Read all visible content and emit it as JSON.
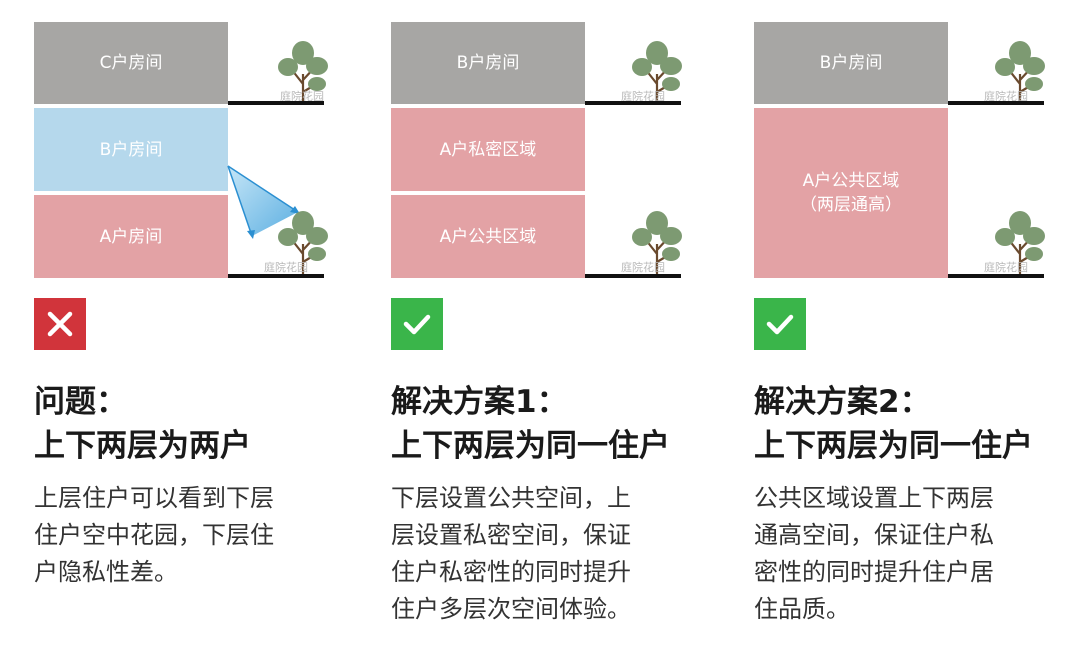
{
  "colors": {
    "gray_room": "#a7a6a4",
    "blue_room": "#b5d8ec",
    "pink_room": "#e3a2a5",
    "bad_badge": "#d1343b",
    "good_badge": "#3ab54a",
    "tree_leaf": "#7d9a72",
    "tree_trunk": "#6a4a2e"
  },
  "panels": [
    {
      "rooms": [
        "C户房间",
        "B户房间",
        "A户房间"
      ],
      "garden_labels": [
        "庭院花园",
        "庭院花园"
      ],
      "badge": "cross-icon",
      "heading": [
        "问题：",
        "上下两层为两户"
      ],
      "description": [
        "上层住户可以看到下层",
        "住户空中花园，下层住",
        "户隐私性差。"
      ]
    },
    {
      "rooms": [
        "B户房间",
        "A户私密区域",
        "A户公共区域"
      ],
      "garden_labels": [
        "庭院花园",
        "庭院花园"
      ],
      "badge": "check-icon",
      "heading": [
        "解决方案1：",
        "上下两层为同一住户"
      ],
      "description": [
        "下层设置公共空间，上",
        "层设置私密空间，保证",
        "住户私密性的同时提升",
        "住户多层次空间体验。"
      ]
    },
    {
      "rooms": [
        "B户房间",
        "A户公共区域",
        "（两层通高）"
      ],
      "garden_labels": [
        "庭院花园",
        "庭院花园"
      ],
      "badge": "check-icon",
      "heading": [
        "解决方案2：",
        "上下两层为同一住户"
      ],
      "description": [
        "公共区域设置上下两层",
        "通高空间，保证住户私",
        "密性的同时提升住户居",
        "住品质。"
      ]
    }
  ]
}
